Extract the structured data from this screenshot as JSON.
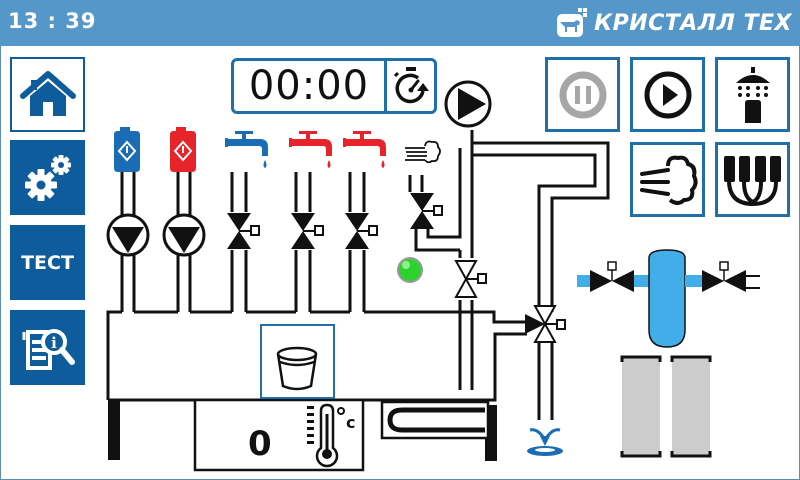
{
  "header": {
    "time": "13 : 39",
    "brand": "КРИСТАЛЛ ТЕХ",
    "brand_logo": "cow-logo-icon",
    "bar_color": "#5597c8"
  },
  "sidebar": {
    "items": [
      {
        "name": "home",
        "icon": "house-icon",
        "active": true
      },
      {
        "name": "settings",
        "icon": "gears-icon",
        "active": false
      },
      {
        "name": "test",
        "label": "ТЕСТ",
        "active": false
      },
      {
        "name": "info",
        "icon": "document-search-icon",
        "active": false
      }
    ],
    "accent": "#0e5c9c"
  },
  "timer": {
    "value": "00:00",
    "icon": "stopwatch-icon"
  },
  "controls": {
    "pause": {
      "icon": "pause-circle-icon",
      "enabled": false
    },
    "play": {
      "icon": "play-circle-icon",
      "enabled": true
    },
    "shower": {
      "icon": "shower-icon"
    },
    "air_blow": {
      "icon": "air-blow-icon"
    },
    "milking_cluster": {
      "icon": "milking-cluster-icon"
    }
  },
  "diagram": {
    "sources": [
      {
        "type": "canister",
        "color": "#1a6db5",
        "icon": "blue-detergent-canister-icon",
        "device": "pump"
      },
      {
        "type": "canister",
        "color": "#e8242b",
        "icon": "red-detergent-canister-icon",
        "device": "pump"
      },
      {
        "type": "tap",
        "color": "#1a6db5",
        "icon": "cold-water-tap-icon",
        "device": "valve"
      },
      {
        "type": "tap",
        "color": "#e8242b",
        "icon": "hot-water-tap-icon",
        "device": "valve"
      },
      {
        "type": "tap",
        "color": "#e8242b",
        "icon": "hot-water-tap-icon",
        "device": "valve"
      },
      {
        "type": "air",
        "color": "#111111",
        "icon": "air-icon",
        "device": "valve"
      }
    ],
    "main_pump": {
      "icon": "circulation-pump-icon"
    },
    "status_led": {
      "state": "on",
      "color": "#2fd12f"
    },
    "tank": {
      "icon": "bucket-icon"
    },
    "temperature": {
      "value": "0",
      "unit": "°C",
      "icon": "thermometer-icon"
    },
    "heater": {
      "icon": "heating-element-icon"
    },
    "drain": {
      "icon": "drain-icon",
      "color": "#1a6db5"
    },
    "filter_tank_color": "#41aeea",
    "cartridge_color": "#cccccc"
  }
}
